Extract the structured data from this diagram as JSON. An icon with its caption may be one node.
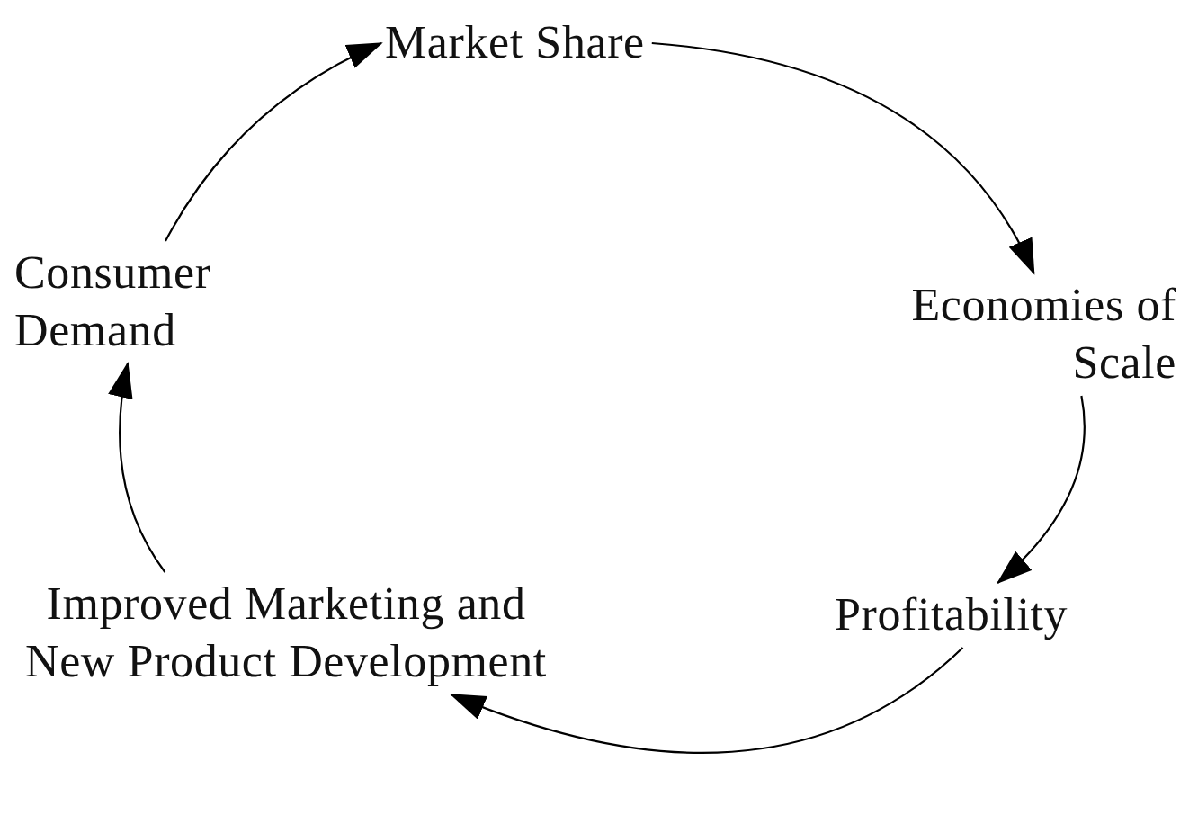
{
  "diagram": {
    "nodes": [
      {
        "text": [
          "Market Share"
        ]
      },
      {
        "text": [
          "Economies of Scale"
        ]
      },
      {
        "text": [
          "Profitability"
        ]
      },
      {
        "text": [
          "Improved Marketing and New Product Development"
        ]
      },
      {
        "text": [
          "Consumer Demand"
        ]
      }
    ],
    "edges": [
      {
        "from": 0,
        "to": 1,
        "arrow": "to"
      },
      {
        "from": 1,
        "to": 2,
        "arrow": "to"
      },
      {
        "from": 2,
        "to": 3,
        "arrow": "to"
      },
      {
        "from": 3,
        "to": 4,
        "arrow": "to"
      },
      {
        "from": 4,
        "to": 0,
        "arrow": "to"
      }
    ]
  }
}
